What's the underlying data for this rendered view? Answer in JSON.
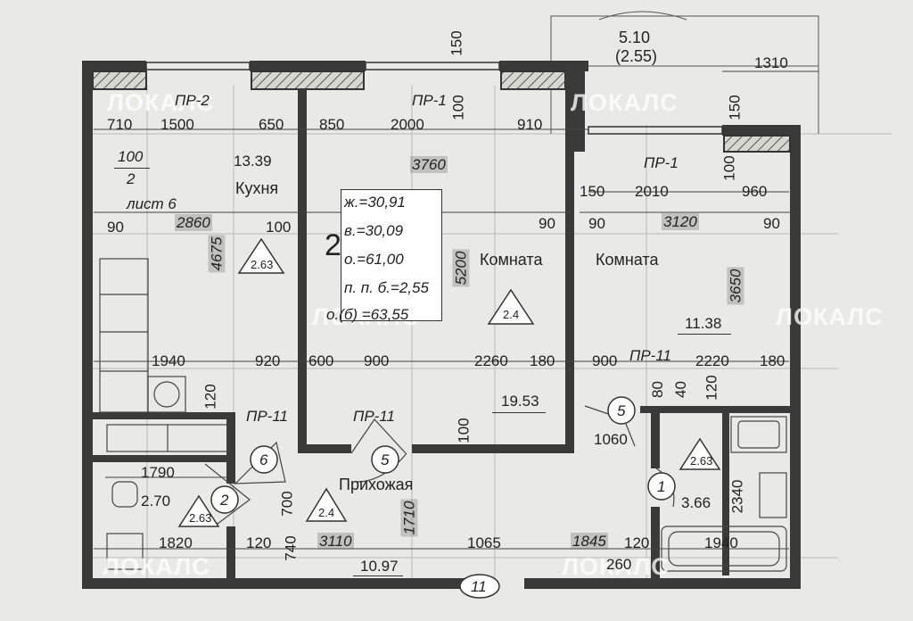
{
  "watermark": "ЛОКАЛС",
  "rooms": {
    "kitchen": "Кухня",
    "room_left": "Комната",
    "room_right": "Комната",
    "hall": "Прихожая"
  },
  "areas": {
    "kitchen": "13.39",
    "room_left": "19.53",
    "room_right": "11.38",
    "hall": "10.97",
    "bath": "2.70",
    "wc": "3.66",
    "balcony": "5.10",
    "balcony_reduced": "(2.55)"
  },
  "levels": {
    "kitchen": "2.63",
    "room": "2.4",
    "hall": "2.4",
    "bath": "2.63",
    "wc": "2.63"
  },
  "summary": {
    "rooms_count": "2",
    "living": "ж.=30,91",
    "aux": "в.=30,09",
    "total": "о.=61,00",
    "balcony": "п. п. б.=2,55",
    "total_with_balcony": "о.(б) =63,55"
  },
  "openings": {
    "pr2": "ПР-2",
    "pr1_mid": "ПР-1",
    "pr1_right": "ПР-1",
    "pr11_a": "ПР-11",
    "pr11_b": "ПР-11",
    "pr11_c": "ПР-11"
  },
  "doors": [
    "6",
    "5",
    "2",
    "5",
    "1",
    "11"
  ],
  "sheet_ref": {
    "top": "100",
    "bottom": "2",
    "label": "лист 6"
  },
  "dims": {
    "d710": "710",
    "d1500": "1500",
    "d650": "650",
    "d850": "850",
    "d2000": "2000",
    "d910": "910",
    "d150a": "150",
    "d100a": "100",
    "d1310": "1310",
    "d150b": "150",
    "d3760": "3760",
    "d2860": "2860",
    "d90a": "90",
    "d100b": "100",
    "d4675": "4675",
    "d90b": "90",
    "d5200": "5200",
    "d150c": "150",
    "d2010": "2010",
    "d100c": "100",
    "d960": "960",
    "d90c": "90",
    "d3120": "3120",
    "d90d": "90",
    "d3650": "3650",
    "d1940a": "1940",
    "d920": "920",
    "d600": "600",
    "d900a": "900",
    "d2260": "2260",
    "d180a": "180",
    "d900b": "900",
    "d2220": "2220",
    "d180b": "180",
    "d120a": "120",
    "d80": "80",
    "d40": "40",
    "d120b": "120",
    "d100d": "100",
    "d1060": "1060",
    "d1790": "1790",
    "d700": "700",
    "d1710": "1710",
    "d2340": "2340",
    "d1820": "1820",
    "d120c": "120",
    "d740": "740",
    "d3110": "3110",
    "d1065": "1065",
    "d1845": "1845",
    "d120d": "120",
    "d1940b": "1940",
    "d260": "260"
  }
}
